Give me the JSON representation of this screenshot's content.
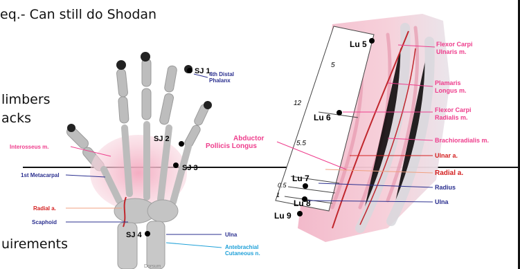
{
  "slide": {
    "line1": "eq.- Can still do Shodan",
    "line2": "limbers",
    "line3": "acks",
    "line4": "uirements"
  },
  "hand": {
    "points": [
      "SJ 1",
      "SJ 2",
      "SJ 3",
      "SJ 4"
    ],
    "labels": {
      "distal_phalanx": [
        "4th Distal",
        "Phalanx"
      ],
      "interosseus": "Interosseus m.",
      "metacarpal": "1st Metacarpal",
      "radial_artery": "Radial a.",
      "scaphoid": "Scaphoid",
      "ulna": "Ulna",
      "antebrachial": [
        "Antebrachial",
        "Cutaneous n."
      ],
      "view": "Dorsum"
    }
  },
  "forearm": {
    "points": [
      "Lu 5",
      "Lu 6",
      "Lu 7",
      "Lu 8",
      "Lu 9"
    ],
    "measurements": [
      "5",
      "12",
      "5.5",
      "0.5",
      "1"
    ],
    "labels": {
      "abductor": [
        "Abductor",
        "Pollicis Longus"
      ],
      "flexor_carpi_ulnaris": [
        "Flexor Carpi",
        "Ulnaris m."
      ],
      "palmaris_longus": [
        "Plamaris",
        "Longus m."
      ],
      "flexor_carpi_radialis": [
        "Flexor Carpi",
        "Radialis m."
      ],
      "brachioradialis": "Brachioradialis m.",
      "ulnar_artery": "Ulnar a.",
      "radial_artery": "Radial a.",
      "radius": "Radius",
      "ulna": "Ulna"
    }
  },
  "colors": {
    "pink_label": "#ee3d8c",
    "red_label": "#d42020",
    "blue_label": "#2a2f8f",
    "cyan_label": "#1ea0d8",
    "muscle": "#f4c4cf",
    "bone": "#b8b8b8"
  }
}
